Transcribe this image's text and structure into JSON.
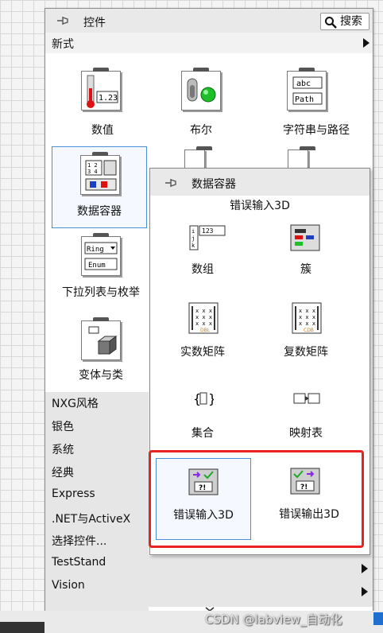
{
  "palette": {
    "title": "控件",
    "search_label": "搜索",
    "subcategory": "新式",
    "tiles": [
      {
        "label": "数值"
      },
      {
        "label": "布尔"
      },
      {
        "label": "字符串与路径"
      },
      {
        "label": "数据容器"
      },
      {
        "label": "下拉列表与枚举"
      },
      {
        "label": "变体与类"
      }
    ],
    "categories": [
      "NXG风格",
      "银色",
      "系统",
      "经典",
      "Express",
      ".NET与ActiveX",
      "选择控件...",
      "TestStand",
      "Vision"
    ]
  },
  "submenu": {
    "title": "数据容器",
    "tooltip": "错误输入3D",
    "items": [
      {
        "label": "数组"
      },
      {
        "label": "簇"
      },
      {
        "label": "实数矩阵"
      },
      {
        "label": "复数矩阵"
      },
      {
        "label": "集合"
      },
      {
        "label": "映射表"
      },
      {
        "label": "错误输入3D"
      },
      {
        "label": "错误输出3D"
      }
    ]
  },
  "icon_text": {
    "numeric": "1.23",
    "string_abc": "abc",
    "string_path": "Path",
    "ring": "Ring",
    "enum": "Enum",
    "array_index": "123",
    "dbl": "DBL",
    "cdb": "CDB",
    "err": "?!"
  },
  "watermark": "CSDN @labview_自动化",
  "colors": {
    "highlight": "#e8231f",
    "selection": "#4a8fd8"
  }
}
